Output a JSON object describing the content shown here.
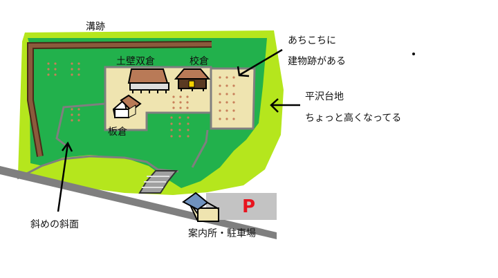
{
  "labels": {
    "ditch": "溝跡",
    "storehouse_double": "土壁双倉",
    "log_storehouse": "校倉",
    "plank_storehouse": "板倉",
    "note_line1": "あちこちに",
    "note_line2": "建物跡がある",
    "plateau_line1": "平沢台地",
    "plateau_line2": "ちょっと高くなってる",
    "slope": "斜めの斜面",
    "info_parking": "案内所・駐車場",
    "parking_sign": "P"
  },
  "colors": {
    "light_green": "#b5e61d",
    "dark_green": "#22b14c",
    "beige": "#efe4b0",
    "ditch": "#8b5a3c",
    "path_grey": "#7f7f7f",
    "parking_grey": "#c3c3c3",
    "parking_p": "#ed1c24",
    "roof_blue": "#7092be",
    "dot": "#c87f5a"
  }
}
